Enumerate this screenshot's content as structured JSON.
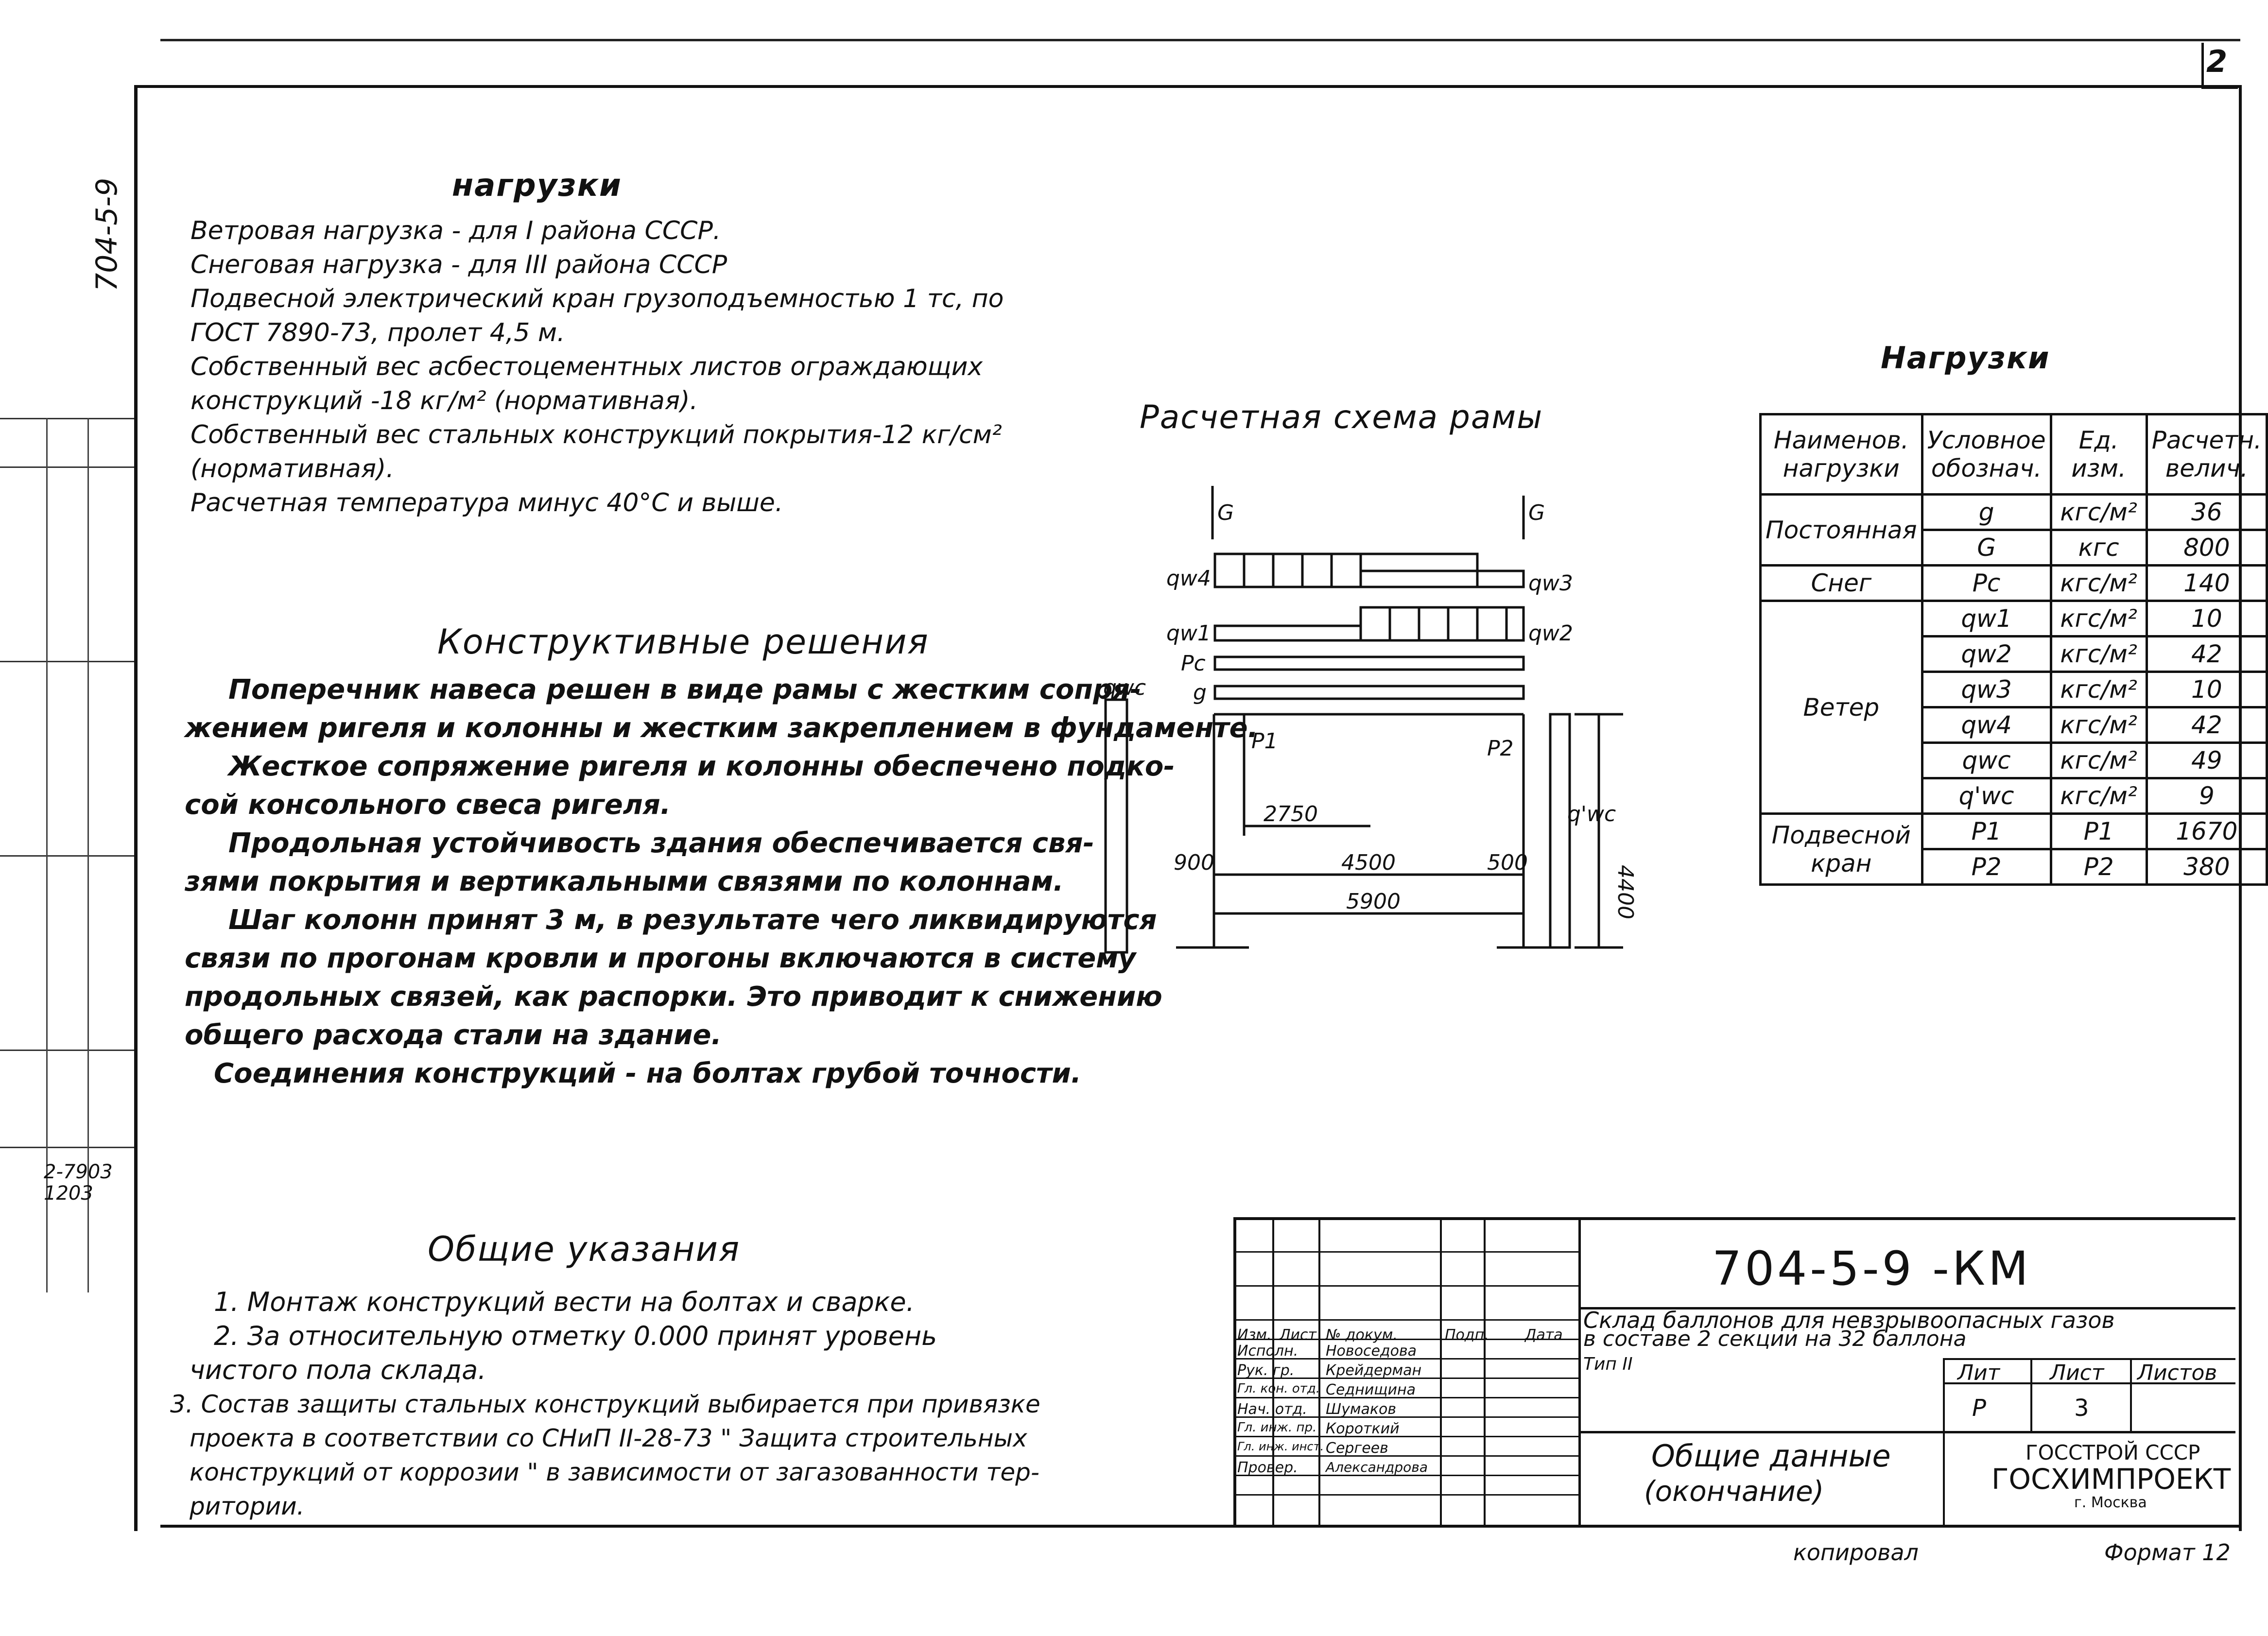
{
  "page_corner": "2",
  "side_code": "704-5-9",
  "left_strip_numbers": [
    "2-7903",
    "1203"
  ],
  "loads_section": {
    "title": "нагрузки",
    "lines": [
      "Ветровая нагрузка - для I района СССР.",
      "Снеговая нагрузка - для III района СССР",
      "Подвесной электрический кран грузоподъемностью 1 тс, по",
      "ГОСТ 7890-73, пролет 4,5 м.",
      "Собственный вес асбестоцементных листов ограждающих",
      "конструкций -18 кг/м² (нормативная).",
      "Собственный вес стальных конструкций покрытия-12 кг/см²",
      "(нормативная).",
      "Расчетная температура минус 40°С и выше."
    ]
  },
  "design_section": {
    "title": "Конструктивные решения",
    "lines": [
      "Поперечник навеса решен в виде рамы с жестким сопря-",
      "жением ригеля и колонны и жестким закреплением в фундаменте.",
      "Жесткое сопряжение ригеля и колонны обеспечено подко-",
      "сой консольного свеса ригеля.",
      "Продольная устойчивость здания обеспечивается свя-",
      "зями покрытия и вертикальными связями по колоннам.",
      "Шаг колонн принят 3 м, в результате чего ликвидируются",
      "связи по прогонам кровли и прогоны включаются в систему",
      "продольных связей, как распорки. Это приводит к снижению",
      "общего расхода стали на здание.",
      "Соединения конструкций - на болтах грубой точности."
    ]
  },
  "notes_section": {
    "title": "Общие указания",
    "lines": [
      "1. Монтаж конструкций вести на болтах и сварке.",
      "2. За относительную отметку 0.000 принят уровень",
      "чистого пола склада.",
      "3. Состав защиты стальных конструкций выбирается при привязке",
      "проекта в соответствии со СНиП II-28-73 \" Защита строительных",
      "конструкций от коррозии \" в зависимости от загазованности тер-",
      "ритории."
    ]
  },
  "frame_scheme": {
    "title": "Расчетная схема рамы",
    "labels": {
      "G_left": "G",
      "G_right": "G",
      "qw4": "qw4",
      "qw3": "qw3",
      "qw1": "qw1",
      "qw2": "qw2",
      "pc": "Pc",
      "g": "g",
      "qwc": "qwc",
      "q1wc": "q'wc",
      "p1": "P1",
      "p2": "P2"
    },
    "dims": {
      "d2750": "2750",
      "d900": "900",
      "d4500": "4500",
      "d500": "500",
      "d5900": "5900",
      "h4400": "4400"
    }
  },
  "loads_table": {
    "title": "Нагрузки",
    "headers": [
      "Наименов. нагрузки",
      "Условное обознач.",
      "Ед. изм.",
      "Расчетн. велич."
    ],
    "groups": [
      {
        "name": "Постоянная",
        "rows": [
          [
            "g",
            "кгс/м²",
            "36"
          ],
          [
            "G",
            "кгс",
            "800"
          ]
        ]
      },
      {
        "name": "Снег",
        "rows": [
          [
            "Pc",
            "кгс/м²",
            "140"
          ]
        ]
      },
      {
        "name": "Ветер",
        "rows": [
          [
            "qw1",
            "кгс/м²",
            "10"
          ],
          [
            "qw2",
            "кгс/м²",
            "42"
          ],
          [
            "qw3",
            "кгс/м²",
            "10"
          ],
          [
            "qw4",
            "кгс/м²",
            "42"
          ],
          [
            "qwc",
            "кгс/м²",
            "49"
          ],
          [
            "q'wc",
            "кгс/м²",
            "9"
          ]
        ]
      },
      {
        "name": "Подвесной кран",
        "rows": [
          [
            "P1",
            "P1",
            "1670"
          ],
          [
            "P2",
            "P2",
            "380"
          ]
        ]
      }
    ]
  },
  "stamp": {
    "code": "704-5-9 -КМ",
    "object_line1": "Склад баллонов для невзрывоопасных газов",
    "object_line2": "в составе 2 секции на 32 баллона",
    "type": "Тип II",
    "col_headers": [
      "Изм.",
      "Лист",
      "№ докум.",
      "Подп.",
      "Дата"
    ],
    "roles": [
      [
        "Исполн.",
        "Новоседова"
      ],
      [
        "Рук. гр.",
        "Крейдерман"
      ],
      [
        "Гл. кон. отд.",
        "Седнищина"
      ],
      [
        "Нач. отд.",
        "Шумаков"
      ],
      [
        "Гл. инж. пр.",
        "Короткий"
      ],
      [
        "Гл. инж. инст.",
        "Сергеев"
      ],
      [
        "Провер.",
        "Александрова"
      ]
    ],
    "lit_label": "Лит",
    "sheet_label": "Лист",
    "sheets_label": "Листов",
    "lit_value": "Р",
    "sheet_value": "3",
    "doc_title_1": "Общие данные",
    "doc_title_2": "(окончание)",
    "org_1": "ГОССТРОЙ СССР",
    "org_2": "ГОСХИМПРОЕКТ",
    "org_3": "г. Москва"
  },
  "footer": {
    "copied": "копировал",
    "format": "Формат 12"
  }
}
